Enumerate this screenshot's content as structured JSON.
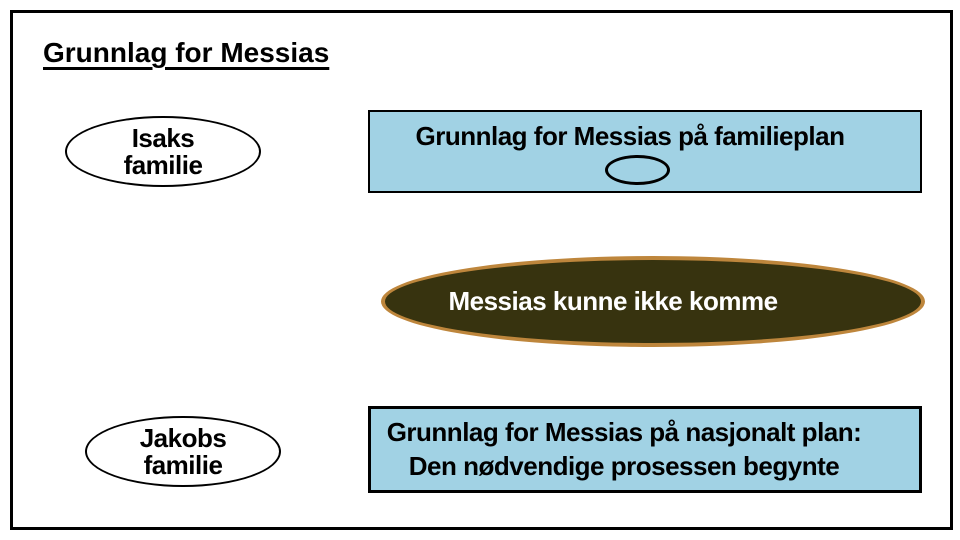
{
  "slide": {
    "title": "Grunnlag for Messias"
  },
  "family_ellipse": {
    "line1": "Isaks",
    "line2": "familie"
  },
  "family_box": {
    "label": "Grunnlag for Messias på familieplan"
  },
  "blocked_ellipse": {
    "label": "Messias kunne ikke komme"
  },
  "national_ellipse": {
    "line1": "Jakobs",
    "line2": "familie"
  },
  "national_box": {
    "line1": "Grunnlag for Messias på nasjonalt plan:",
    "line2": "Den nødvendige prosessen begynte"
  },
  "colors": {
    "box_fill": "#A1D2E4",
    "box_border": "#000000",
    "blocked_fill": "#37330F",
    "blocked_border": "#BE863C",
    "text": "#000000",
    "blocked_text": "#FFFFFF",
    "frame_border": "#000000"
  }
}
